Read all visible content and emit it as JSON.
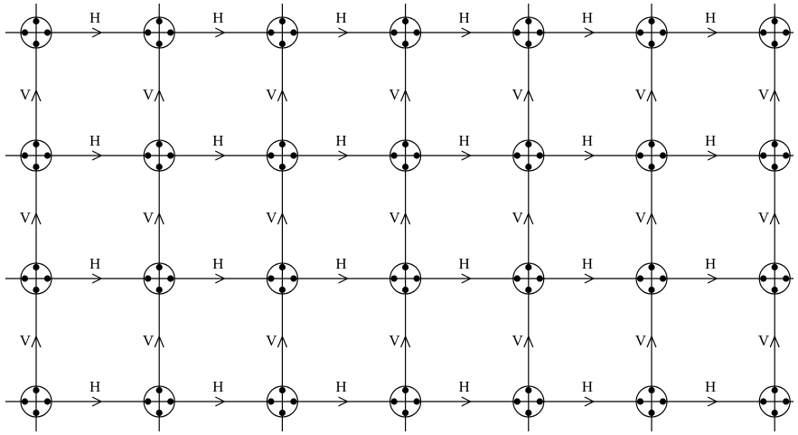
{
  "diagram": {
    "columns": 7,
    "rows": 4,
    "horizontal_edge_label": "H",
    "vertical_edge_label": "V",
    "horizontal_arrow_direction": "right",
    "vertical_arrow_direction": "up",
    "node_style": "circle with four dots",
    "line_color": "#000000",
    "background": "#ffffff"
  }
}
